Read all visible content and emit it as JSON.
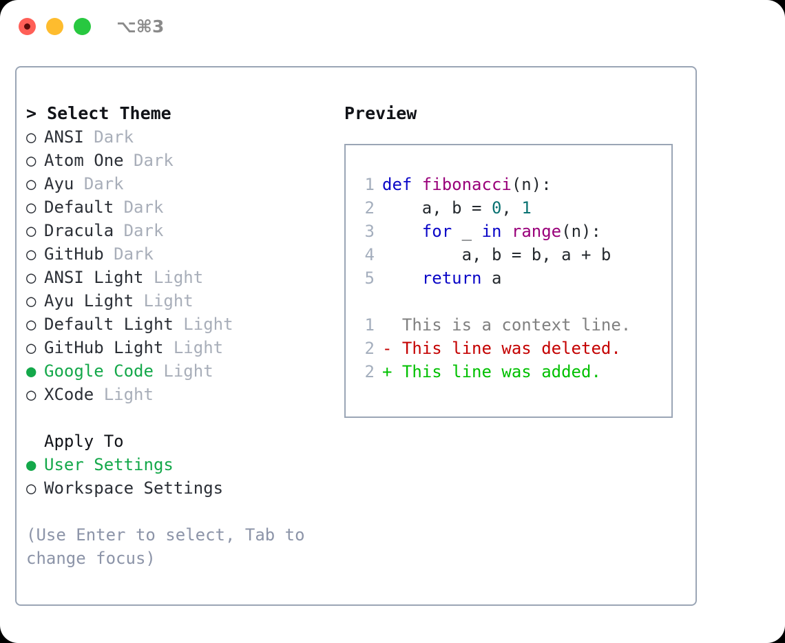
{
  "window": {
    "shortcut_label": "⌥⌘3",
    "traffic_lights": [
      {
        "name": "close",
        "color": "#ff5f57"
      },
      {
        "name": "minimize",
        "color": "#febc2e"
      },
      {
        "name": "maximize",
        "color": "#28c840"
      }
    ]
  },
  "theme_picker": {
    "header": "> Select Theme",
    "caret": ">",
    "header_text": "Select Theme",
    "items": [
      {
        "bullet": "○",
        "name": "ANSI",
        "variant": "Dark",
        "selected": false
      },
      {
        "bullet": "○",
        "name": "Atom One",
        "variant": "Dark",
        "selected": false
      },
      {
        "bullet": "○",
        "name": "Ayu",
        "variant": "Dark",
        "selected": false
      },
      {
        "bullet": "○",
        "name": "Default",
        "variant": "Dark",
        "selected": false
      },
      {
        "bullet": "○",
        "name": "Dracula",
        "variant": "Dark",
        "selected": false
      },
      {
        "bullet": "○",
        "name": "GitHub",
        "variant": "Dark",
        "selected": false
      },
      {
        "bullet": "○",
        "name": "ANSI Light",
        "variant": "Light",
        "selected": false
      },
      {
        "bullet": "○",
        "name": "Ayu Light",
        "variant": "Light",
        "selected": false
      },
      {
        "bullet": "○",
        "name": "Default Light",
        "variant": "Light",
        "selected": false
      },
      {
        "bullet": "○",
        "name": "GitHub Light",
        "variant": "Light",
        "selected": false
      },
      {
        "bullet": "●",
        "name": "Google Code",
        "variant": "Light",
        "selected": true
      },
      {
        "bullet": "○",
        "name": "XCode",
        "variant": "Light",
        "selected": false
      }
    ]
  },
  "apply_to": {
    "title": "Apply To",
    "items": [
      {
        "bullet": "●",
        "name": "User Settings",
        "selected": true
      },
      {
        "bullet": "○",
        "name": "Workspace Settings",
        "selected": false
      }
    ]
  },
  "hint": "(Use Enter to select, Tab to change focus)",
  "preview": {
    "title": "Preview",
    "code_lines": [
      {
        "num": "1",
        "tokens": [
          {
            "t": "def ",
            "c": "kw"
          },
          {
            "t": "fibonacci",
            "c": "fn"
          },
          {
            "t": "(n):",
            "c": "pl"
          }
        ]
      },
      {
        "num": "2",
        "tokens": [
          {
            "t": "    a, b = ",
            "c": "pl"
          },
          {
            "t": "0",
            "c": "num"
          },
          {
            "t": ", ",
            "c": "pl"
          },
          {
            "t": "1",
            "c": "num"
          }
        ]
      },
      {
        "num": "3",
        "tokens": [
          {
            "t": "    ",
            "c": "pl"
          },
          {
            "t": "for",
            "c": "kw"
          },
          {
            "t": " _ ",
            "c": "pl"
          },
          {
            "t": "in",
            "c": "kw"
          },
          {
            "t": " ",
            "c": "pl"
          },
          {
            "t": "range",
            "c": "fn"
          },
          {
            "t": "(n):",
            "c": "pl"
          }
        ]
      },
      {
        "num": "4",
        "tokens": [
          {
            "t": "        a, b = b, a + b",
            "c": "pl"
          }
        ]
      },
      {
        "num": "5",
        "tokens": [
          {
            "t": "    ",
            "c": "pl"
          },
          {
            "t": "return",
            "c": "kw"
          },
          {
            "t": " a",
            "c": "pl"
          }
        ]
      }
    ],
    "diff_lines": [
      {
        "num": "1",
        "marker": " ",
        "text": "This is a context line.",
        "kind": "ctx"
      },
      {
        "num": "2",
        "marker": "-",
        "text": "This line was deleted.",
        "kind": "del"
      },
      {
        "num": "2",
        "marker": "+",
        "text": "This line was added.",
        "kind": "add"
      }
    ]
  },
  "colors": {
    "accent_green": "#14a84a",
    "border": "#9aa5b5",
    "muted": "#a8aeb9",
    "hint": "#8c94a8",
    "linenum": "#a4aebd",
    "keyword": "#0a06c7",
    "function": "#99007a",
    "number": "#0a7272",
    "plain": "#24292e",
    "diff_context": "#808080",
    "diff_deleted": "#c40000",
    "diff_added": "#00c000"
  }
}
